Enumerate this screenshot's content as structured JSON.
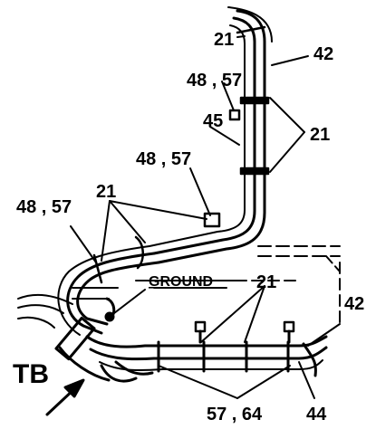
{
  "labels": {
    "l21_top": "21",
    "l42_top": "42",
    "l4857_a": "48 , 57",
    "l45": "45",
    "l21_right": "21",
    "l4857_b": "48 , 57",
    "l21_mid": "21",
    "l4857_c": "48 , 57",
    "ground": "GROUND",
    "l21_low": "21",
    "l42_low": "42",
    "tb": "TB",
    "l5764": "57 , 64",
    "l44": "44"
  }
}
